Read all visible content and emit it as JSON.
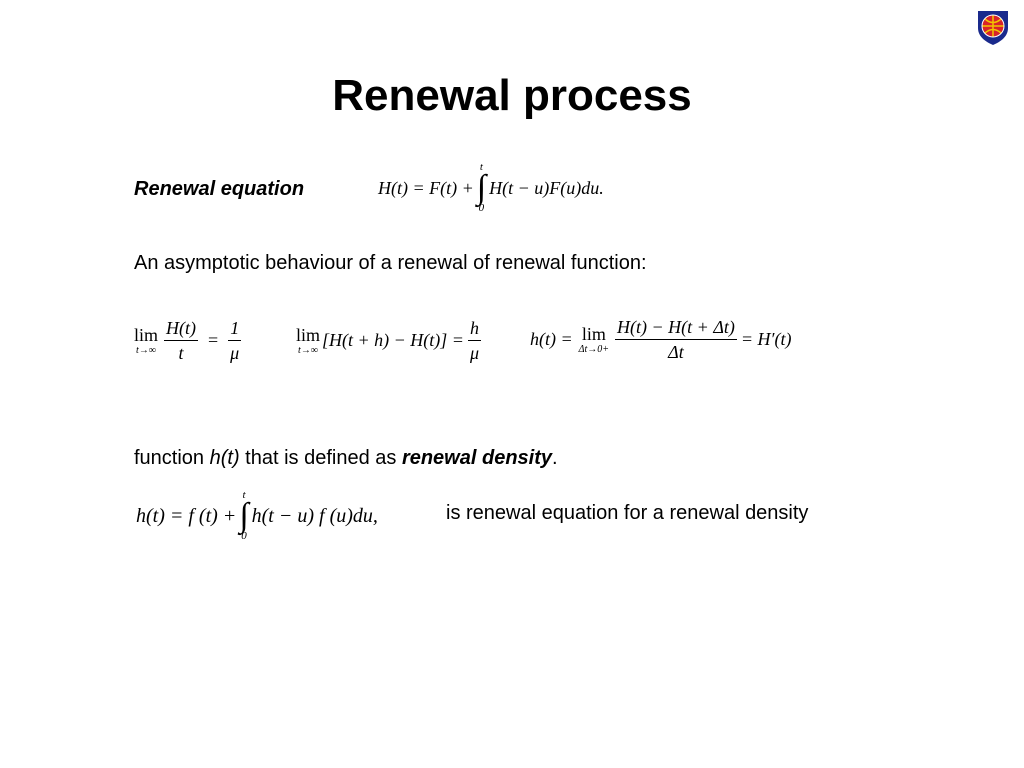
{
  "slide": {
    "title": "Renewal process",
    "renewal_equation_label": "Renewal equation",
    "asymptotic_text": "An asymptotic behaviour of a renewal of renewal function:",
    "density_text": {
      "prefix": "function ",
      "h_symbol": "h(t)",
      "middle": " that is defined as ",
      "term": "renewal density",
      "suffix": "."
    },
    "density_equation_note": "is renewal equation for a renewal density"
  },
  "equations": {
    "renewal": {
      "lhs": "H(t) = F(t) +",
      "integrand": "H(t − u)F(u)du.",
      "upper": "t",
      "lower": "0"
    },
    "limit1": {
      "op": "lim",
      "sub": "t→∞",
      "num": "H(t)",
      "den": "t",
      "eq": "=",
      "rnum": "1",
      "rden": "μ"
    },
    "limit2": {
      "op": "lim",
      "sub": "t→∞",
      "body": "[H(t + h) − H(t)] =",
      "rnum": "h",
      "rden": "μ"
    },
    "density_def": {
      "lhs": "h(t) =",
      "op": "lim",
      "sub": "Δt→0+",
      "num": "H(t) − H(t + Δt)",
      "den": "Δt",
      "rhs": "= H′(t)"
    },
    "density_eq": {
      "lhs": "h(t) = f (t) +",
      "integrand": "h(t − u) f (u)du,",
      "upper": "t",
      "lower": "0"
    }
  },
  "colors": {
    "logo_blue": "#1a2a8c",
    "logo_red": "#d8232a",
    "logo_yellow": "#f2c500"
  },
  "icons": {
    "logo": "university-shield-logo"
  }
}
